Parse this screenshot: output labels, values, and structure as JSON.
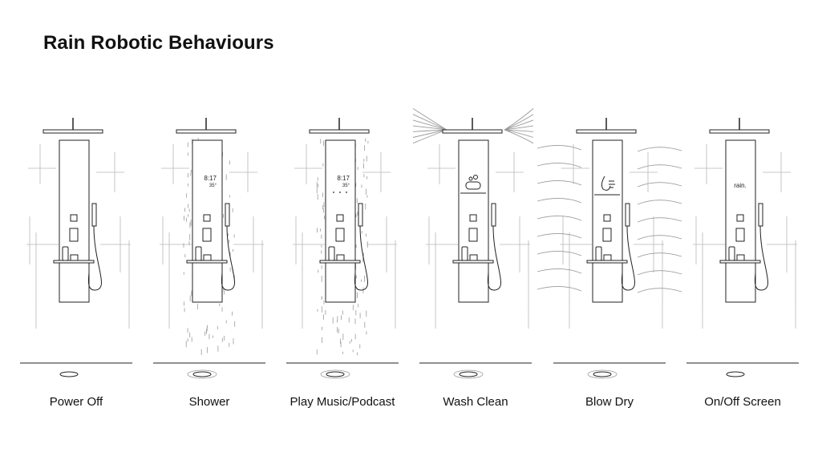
{
  "title": "Rain Robotic Behaviours",
  "colors": {
    "line": "#222222",
    "sketch": "#9a9a9a"
  },
  "behaviours": [
    {
      "label": "Power Off",
      "effect": "none",
      "screen": {
        "type": "blank"
      }
    },
    {
      "label": "Shower",
      "effect": "rain",
      "screen": {
        "type": "clock",
        "time": "8:17",
        "temp": "35°"
      }
    },
    {
      "label": "Play Music/Podcast",
      "effect": "rain",
      "screen": {
        "type": "clock",
        "time": "8:17",
        "temp": "35°",
        "icon": "music-dots-icon"
      }
    },
    {
      "label": "Wash Clean",
      "effect": "spray",
      "screen": {
        "type": "icon",
        "icon": "soap-bubbles-icon"
      }
    },
    {
      "label": "Blow Dry",
      "effect": "wind",
      "screen": {
        "type": "icon",
        "icon": "hand-dry-icon"
      }
    },
    {
      "label": "On/Off Screen",
      "effect": "none",
      "screen": {
        "type": "text",
        "text": "rain."
      }
    }
  ]
}
